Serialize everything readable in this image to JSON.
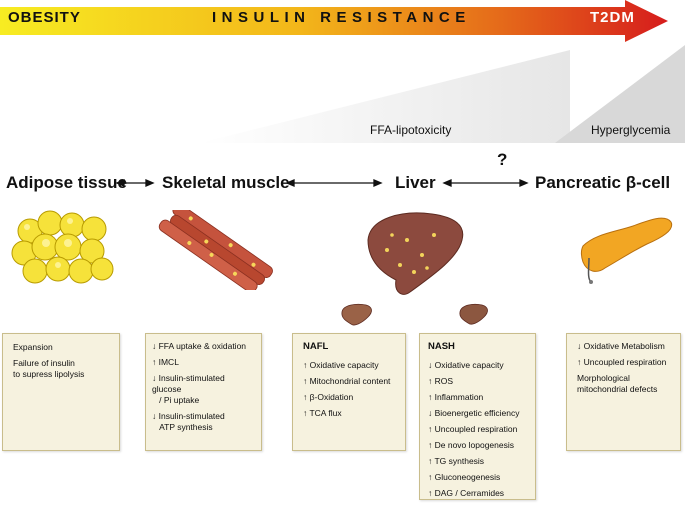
{
  "banner": {
    "left_label": "OBESITY",
    "center_label": "INSULIN RESISTANCE",
    "right_label": "T2DM"
  },
  "wedges": {
    "left_label": "FFA-lipotoxicity",
    "right_label": "Hyperglycemia",
    "question_mark": "?"
  },
  "tissues": [
    {
      "name": "Adipose tissue"
    },
    {
      "name": "Skeletal muscle"
    },
    {
      "name": "Liver"
    },
    {
      "name": "Pancreatic β-cell"
    }
  ],
  "boxes": {
    "adipose": {
      "items": [
        "Expansion",
        "Failure of insulin\nto supress lipolysis"
      ]
    },
    "muscle": {
      "items": [
        "↓ FFA uptake & oxidation",
        "↑ IMCL",
        "↓ Insulin-stimulated glucose\n   / Pi uptake",
        "↓ Insulin-stimulated\n   ATP synthesis"
      ]
    },
    "nafl": {
      "title": "NAFL",
      "items": [
        "↑ Oxidative capacity",
        "↑ Mitochondrial content",
        "↑ β-Oxidation",
        "↑ TCA flux"
      ]
    },
    "nash": {
      "title": "NASH",
      "items": [
        "↓ Oxidative capacity",
        "↑ ROS",
        "↑ Inflammation",
        "↓ Bioenergetic efficiency",
        "↑ Uncoupled respiration",
        "↑ De novo lopogenesis",
        "↑ TG synthesis",
        "↑ Gluconeogenesis",
        "↑ DAG / Cerramides"
      ]
    },
    "pancreas": {
      "items": [
        "↓ Oxidative Metabolism",
        "↑ Uncoupled respiration",
        "Morphological\nmitochondrial defects"
      ]
    }
  },
  "colors": {
    "banner_start": "#f7e81e",
    "banner_mid": "#f2a51b",
    "banner_end": "#d91e1e",
    "box_fill": "#f6f2df",
    "box_border": "#c9bd8c"
  }
}
